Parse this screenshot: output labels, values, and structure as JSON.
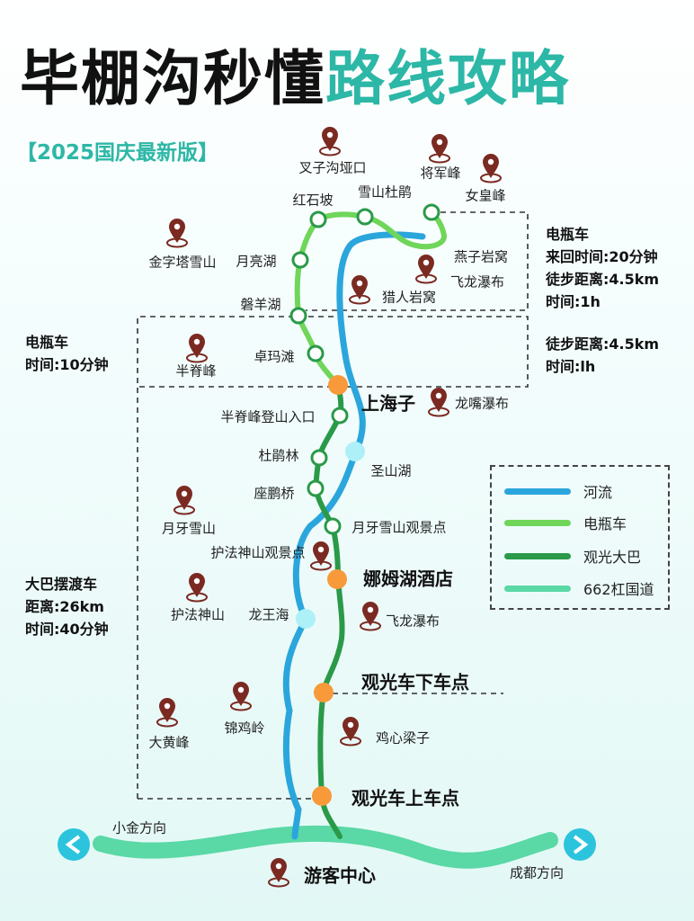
{
  "title": {
    "part1": "毕棚沟秒懂",
    "part2": "路线攻略"
  },
  "subtitle": "【2025国庆最新版】",
  "colors": {
    "river": "#2ba6dc",
    "electric": "#6fd65a",
    "bus": "#2a9a48",
    "road": "#5ad8a6",
    "pin": "#7b2a22",
    "accent": "#2db7a6",
    "major_stop": "#f89a3a"
  },
  "stops": {
    "hongshipo": "红石坡",
    "xueshan_dujuan": "雪山杜鹃",
    "yanzi_yanwo": "燕子岩窝",
    "yueliang_hu": "月亮湖",
    "panyang_hu": "磐羊湖",
    "zhuoma_tan": "卓玛滩",
    "banjifeng_entry": "半脊峰登山入口",
    "dujuan_lin": "杜鹃林",
    "zuopeng_qiao": "座鹏桥",
    "yueya_view": "月牙雪山观景点",
    "shengshan_hu": "圣山湖",
    "longwang_hai": "龙王海"
  },
  "major_stops": {
    "shanghaizi": "上海子",
    "namuhu_hotel": "娜姆湖酒店",
    "bus_dropoff": "观光车下车点",
    "bus_pickup": "观光车上车点",
    "visitor_center": "游客中心"
  },
  "pois": [
    "叉子沟垭口",
    "将军峰",
    "女皇峰",
    "金字塔雪山",
    "飞龙瀑布",
    "猎人岩窝",
    "半脊峰",
    "龙嘴瀑布",
    "月牙雪山",
    "护法神山观景点",
    "护法神山",
    "飞龙瀑布",
    "锦鸡岭",
    "大黄峰",
    "鸡心梁子"
  ],
  "info": {
    "left_top": [
      "电瓶车",
      "时间:10分钟"
    ],
    "left_bottom": [
      "大巴摆渡车",
      "距离:26km",
      "时间:40分钟"
    ],
    "right_top": [
      "电瓶车",
      "来回时间:20分钟",
      "徒步距离:4.5km",
      "时间:1h"
    ],
    "right_mid": [
      "徒步距离:4.5km",
      "时间:lh"
    ]
  },
  "directions": {
    "left": "小金方向",
    "right": "成都方向"
  },
  "legend": [
    "河流",
    "电瓶车",
    "观光大巴",
    "662杠国道"
  ]
}
